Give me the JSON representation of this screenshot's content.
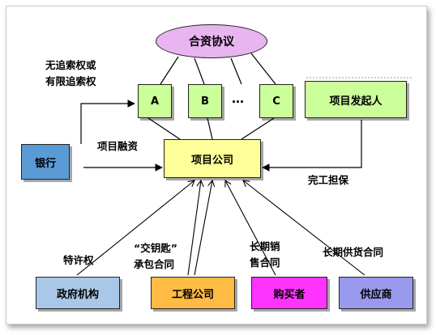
{
  "nodes": {
    "agreement": "合资协议",
    "a": "A",
    "b": "B",
    "ellipsis": "…",
    "c": "C",
    "sponsor": "项目发起人",
    "bank": "银行",
    "project_company": "项目公司",
    "government": "政府机构",
    "engineering": "工程公司",
    "buyer": "购买者",
    "supplier": "供应商"
  },
  "labels": {
    "recourse_line1": "无追索权或",
    "recourse_line2": "有限追索权",
    "financing": "项目融资",
    "completion_guarantee": "完工担保",
    "franchise": "特许权",
    "turnkey_line1": "“交钥匙”",
    "turnkey_line2": "承包合同",
    "longterm_sales_line1": "长期销",
    "longterm_sales_line2": "售合同",
    "longterm_supply": "长期供货合同"
  },
  "colors": {
    "ellipse": "#e8b5f0",
    "shareholder": "#ccff99",
    "bank": "#5b9bd5",
    "project_company": "#ffff99",
    "government": "#a9c8e8",
    "engineering": "#ffbb44",
    "buyer": "#ff33ff",
    "supplier": "#9999ee"
  }
}
